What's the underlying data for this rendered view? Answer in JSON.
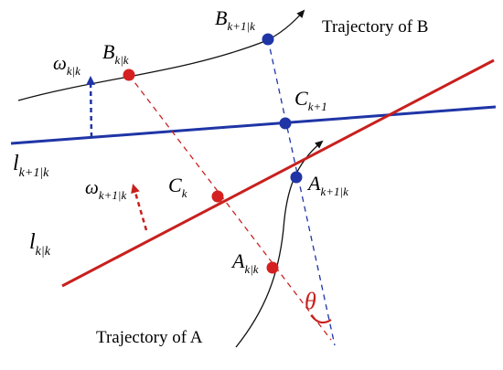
{
  "colors": {
    "red": "#c8201e",
    "blue": "#1f35a6",
    "dark_red": "#b01c1c",
    "black": "#111111"
  },
  "labels": {
    "trajectory_b": "Trajectory of B",
    "trajectory_a": "Trajectory of A",
    "omega": "ω",
    "omega_kk_sub": "k|k",
    "omega_k1k_sub": "k+1|k",
    "b_kk": "B",
    "b_kk_sub": "k|k",
    "b_k1k": "B",
    "b_k1k_sub": "k+1|k",
    "c_k1": "C",
    "c_k1_sub": "k+1",
    "c_k": "C",
    "c_k_sub": "k",
    "a_k1k": "A",
    "a_k1k_sub": "k+1|k",
    "a_kk": "A",
    "a_kk_sub": "k|k",
    "l_k1k": "l",
    "l_k1k_sub": "k+1|k",
    "l_kk": "l",
    "l_kk_sub": "k|k",
    "theta": "θ"
  }
}
